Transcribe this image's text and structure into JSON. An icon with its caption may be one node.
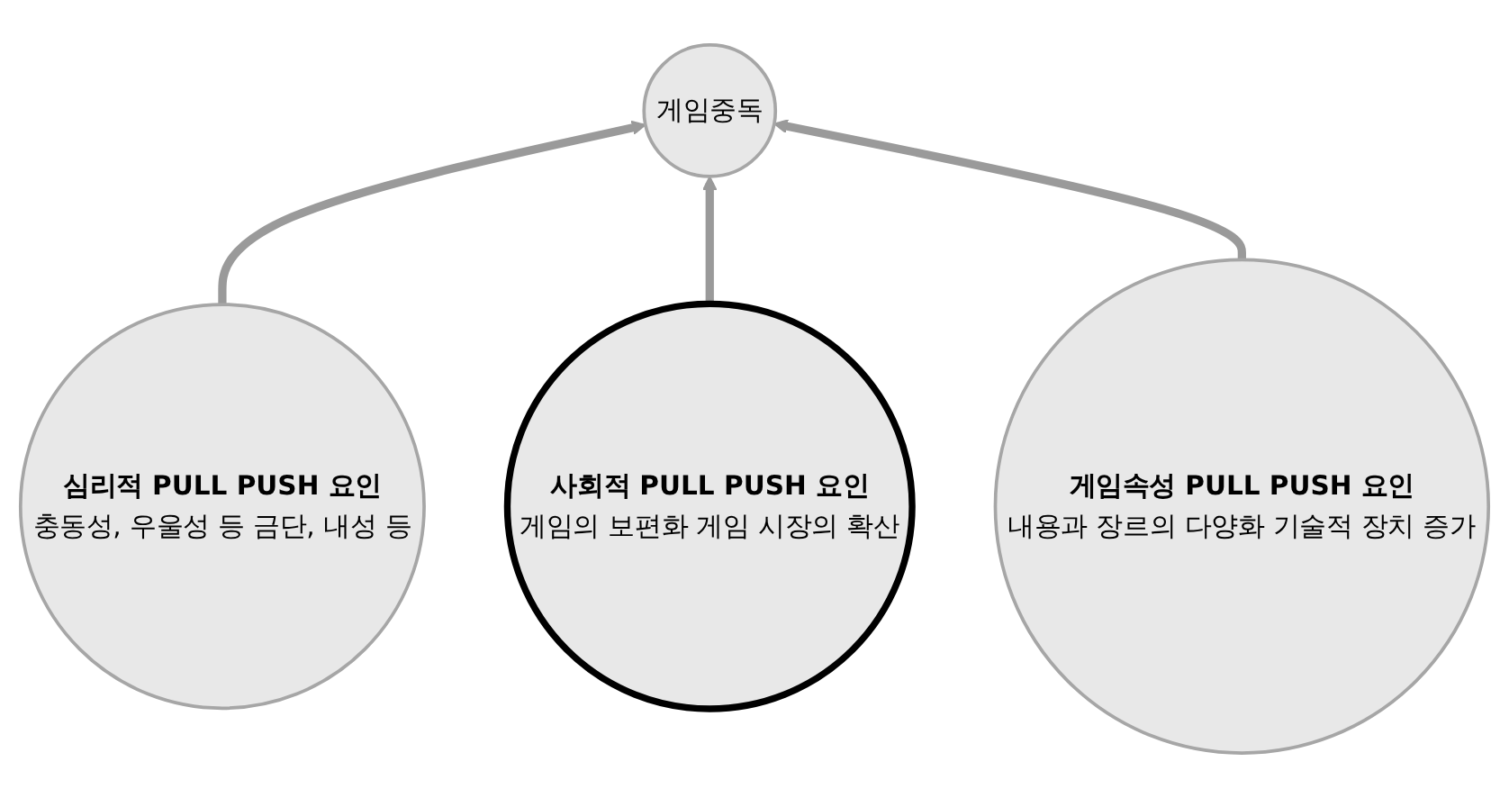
{
  "diagram": {
    "nodes": [
      {
        "text": [
          "심리적 PULL PUSH 요인",
          "충동성, 우울성 등 금단, 내성 등"
        ]
      },
      {
        "text": [
          "게임중독"
        ]
      },
      {
        "text": [
          "사회적 PULL PUSH 요인",
          "게임의 보편화 게임 시장의 확산"
        ]
      },
      {
        "text": [
          "게임속성 PULL PUSH 요인",
          "내용과 장르의 다양화 기술적 장치 증가"
        ]
      }
    ],
    "edges": [
      {
        "from": 0,
        "to": 1,
        "arrow": "to"
      },
      {
        "from": 2,
        "to": 1,
        "arrow": "to"
      },
      {
        "from": 3,
        "to": 1,
        "arrow": "to"
      }
    ]
  }
}
